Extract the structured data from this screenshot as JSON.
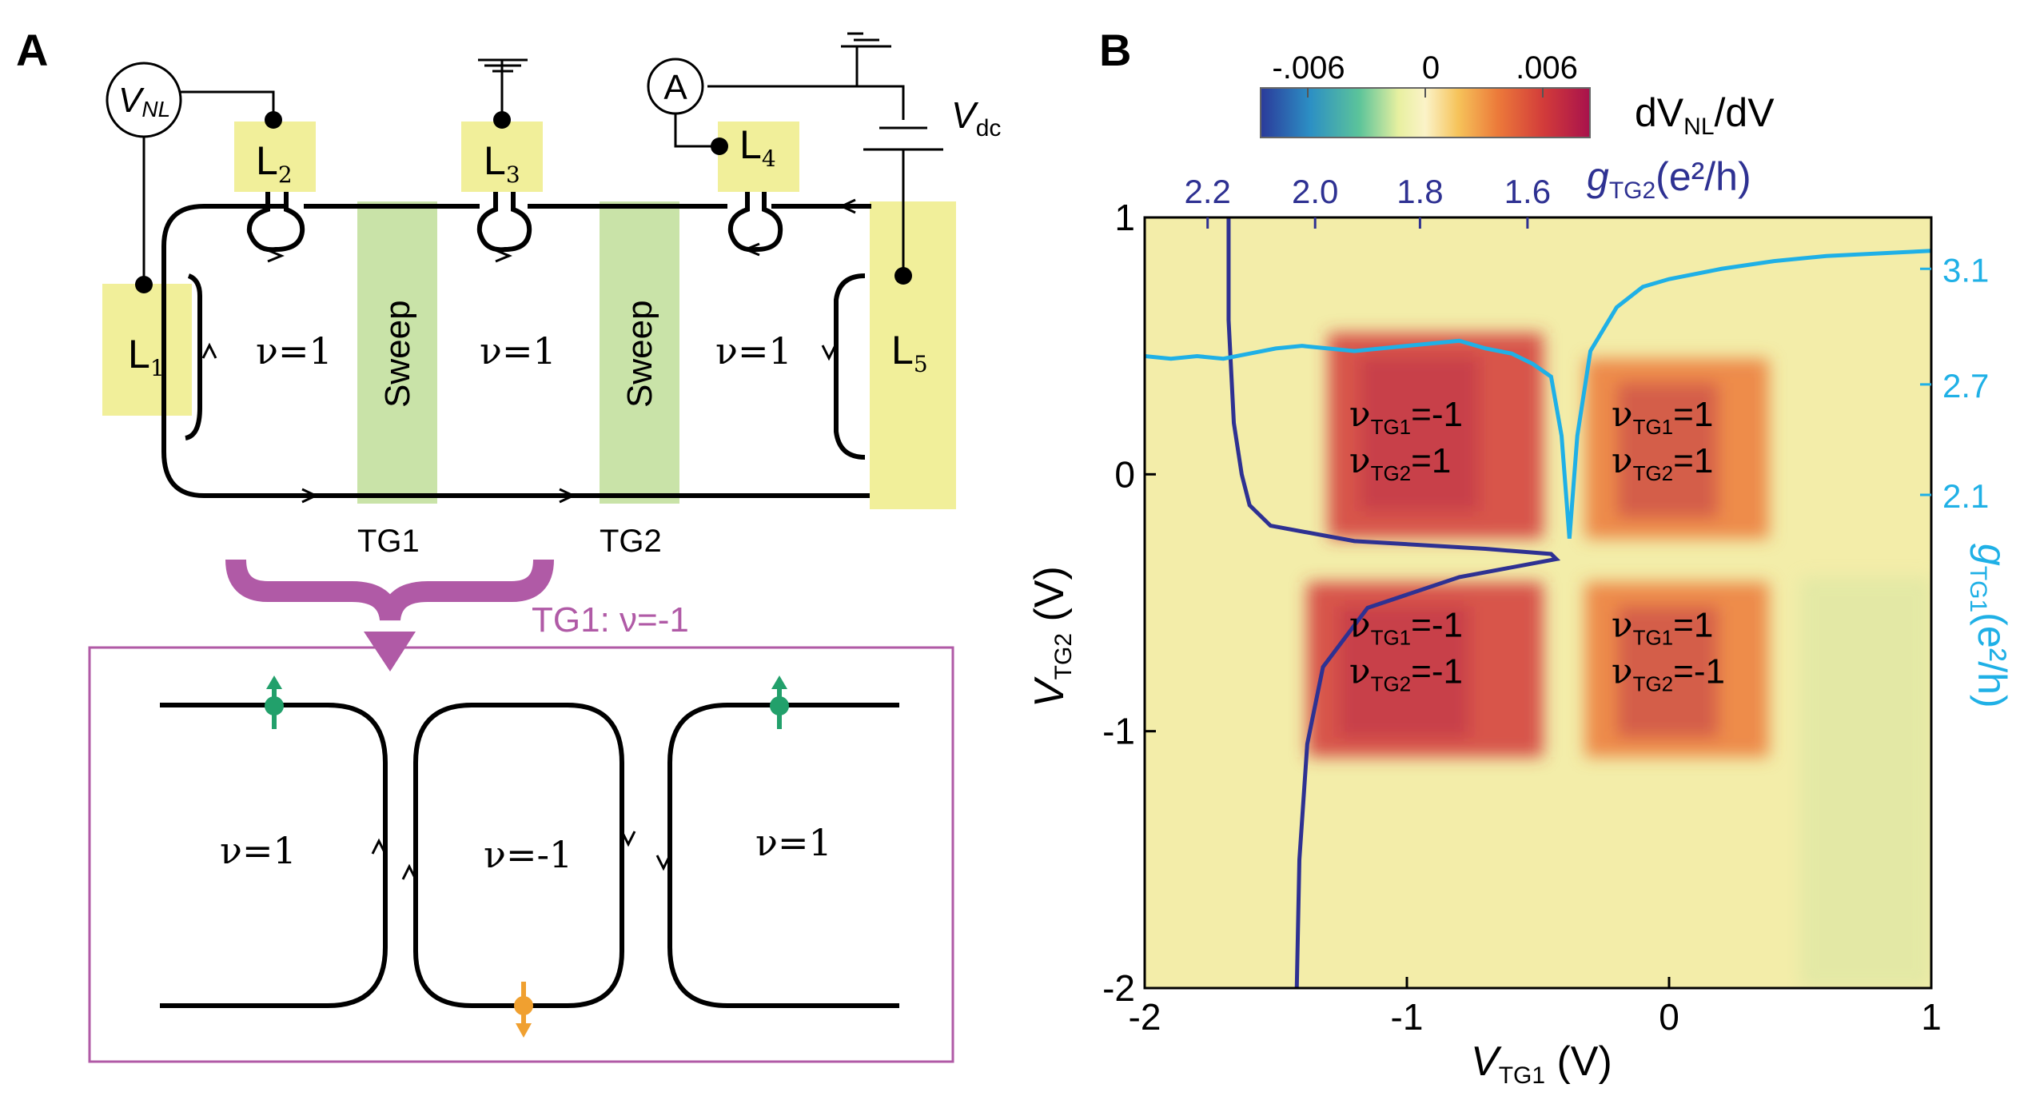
{
  "panel_a": {
    "label": "A",
    "meter_vnl": {
      "main": "V",
      "sub": "NL"
    },
    "meter_a": "A",
    "vdc": {
      "main": "V",
      "sub": "dc"
    },
    "leads": [
      {
        "main": "L",
        "sub": "1"
      },
      {
        "main": "L",
        "sub": "2"
      },
      {
        "main": "L",
        "sub": "3"
      },
      {
        "main": "L",
        "sub": "4"
      },
      {
        "main": "L",
        "sub": "5"
      }
    ],
    "regions": [
      "ν=1",
      "ν=1",
      "ν=1"
    ],
    "sweep_labels": [
      "Sweep",
      "Sweep"
    ],
    "gates": [
      "TG1",
      "TG2"
    ],
    "inset_title": "TG1: ν=-1",
    "inset_regions": [
      "ν=1",
      "ν=-1",
      "ν=1"
    ],
    "colors": {
      "lead": "#f1ef9a",
      "sweep": "#c9e3a8",
      "callout": "#b05aa6",
      "spin_up": "#22a06b",
      "spin_down": "#f0a030"
    }
  },
  "panel_b": {
    "label": "B",
    "colorbar": {
      "ticks": [
        "-.006",
        "0",
        ".006"
      ],
      "label_main": "dV",
      "label_sub": "NL",
      "label_tail": "/dV",
      "colors": [
        "#2b3a9a",
        "#2c8fc4",
        "#5cc49a",
        "#e8f0a0",
        "#fbf3c8",
        "#f6c35a",
        "#ec7a3a",
        "#d23b3a",
        "#a8124c"
      ]
    },
    "regions": [
      {
        "l1": "ν",
        "s1": "TG1",
        "v1": "=-1",
        "l2": "ν",
        "s2": "TG2",
        "v2": "=1"
      },
      {
        "l1": "ν",
        "s1": "TG1",
        "v1": "=1",
        "l2": "ν",
        "s2": "TG2",
        "v2": "=1"
      },
      {
        "l1": "ν",
        "s1": "TG1",
        "v1": "=-1",
        "l2": "ν",
        "s2": "TG2",
        "v2": "=-1"
      },
      {
        "l1": "ν",
        "s1": "TG1",
        "v1": "=1",
        "l2": "ν",
        "s2": "TG2",
        "v2": "=-1"
      }
    ],
    "axis_labels": {
      "bottom": {
        "main": "V",
        "sub": "TG1",
        "tail": " (V)"
      },
      "left": {
        "main": "V",
        "sub": "TG2",
        "tail": " (V)"
      },
      "top": {
        "main": "g",
        "sub": "TG2",
        "tail": "(e²/h)"
      },
      "right": {
        "main": "g",
        "sub": "TG1",
        "tail": "(e²/h)"
      }
    },
    "colors": {
      "g_tg2": "#2e3192",
      "g_tg1": "#1fb0e6"
    }
  },
  "chart_data": {
    "type": "heatmap",
    "xlabel": "V_TG1 (V)",
    "ylabel": "V_TG2 (V)",
    "xlim": [
      -2,
      1
    ],
    "ylim": [
      -2,
      1
    ],
    "x_ticks": [
      "-2",
      "-1",
      "0",
      "1"
    ],
    "y_ticks": [
      "-2",
      "-1",
      "0",
      "1"
    ],
    "top_axis": {
      "label": "g_TG2 (e²/h)",
      "ticks": [
        "2.2",
        "2.0",
        "1.8",
        "1.6"
      ],
      "tick_x_positions": [
        -1.76,
        -1.35,
        -0.95,
        -0.54
      ]
    },
    "right_axis": {
      "label": "g_TG1 (e²/h)",
      "ticks": [
        "3.1",
        "2.7",
        "2.1"
      ],
      "tick_y_positions": [
        0.8,
        0.35,
        -0.08
      ]
    },
    "colorbar_range": [
      -0.008,
      0.008
    ],
    "blocks": [
      {
        "x": [
          -1.3,
          -0.48
        ],
        "y": [
          -0.25,
          0.55
        ],
        "value": 0.0055
      },
      {
        "x": [
          -0.32,
          0.38
        ],
        "y": [
          -0.25,
          0.45
        ],
        "value": 0.0045
      },
      {
        "x": [
          -1.38,
          -0.48
        ],
        "y": [
          -1.1,
          -0.42
        ],
        "value": 0.0058
      },
      {
        "x": [
          -0.32,
          0.38
        ],
        "y": [
          -1.1,
          -0.42
        ],
        "value": 0.0048
      }
    ],
    "series": [
      {
        "name": "g_TG1",
        "note": "vs V_TG1, plotted on right axis",
        "x": [
          -2.0,
          -1.9,
          -1.8,
          -1.7,
          -1.6,
          -1.5,
          -1.4,
          -1.2,
          -1.0,
          -0.8,
          -0.7,
          -0.6,
          -0.52,
          -0.45,
          -0.41,
          -0.38,
          -0.35,
          -0.3,
          -0.2,
          -0.1,
          0.0,
          0.2,
          0.4,
          0.6,
          0.8,
          1.0
        ],
        "y": [
          0.46,
          0.45,
          0.46,
          0.45,
          0.47,
          0.49,
          0.5,
          0.48,
          0.5,
          0.52,
          0.49,
          0.47,
          0.43,
          0.38,
          0.15,
          -0.25,
          0.15,
          0.48,
          0.65,
          0.73,
          0.76,
          0.8,
          0.83,
          0.85,
          0.86,
          0.87
        ]
      },
      {
        "name": "g_TG2",
        "note": "vs V_TG2, plotted on top axis",
        "x": [
          -1.68,
          -1.68,
          -1.66,
          -1.63,
          -1.6,
          -1.52,
          -1.2,
          -0.7,
          -0.45,
          -0.43,
          -0.8,
          -1.15,
          -1.32,
          -1.38,
          -1.41,
          -1.42
        ],
        "y": [
          1.0,
          0.6,
          0.2,
          0.0,
          -0.12,
          -0.2,
          -0.26,
          -0.29,
          -0.31,
          -0.33,
          -0.4,
          -0.52,
          -0.75,
          -1.05,
          -1.5,
          -2.0
        ]
      }
    ]
  }
}
